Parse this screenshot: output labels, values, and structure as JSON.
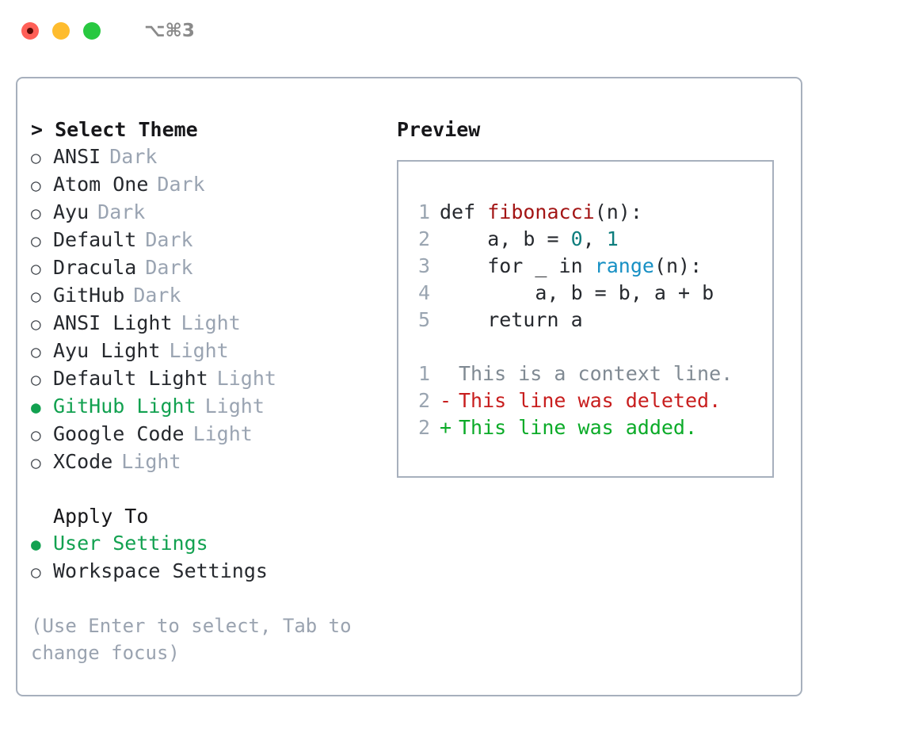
{
  "titlebar": {
    "shortcut": "⌥⌘3",
    "buttons": [
      {
        "name": "close",
        "color": "#ff5f57"
      },
      {
        "name": "minimize",
        "color": "#febc2e"
      },
      {
        "name": "maximize",
        "color": "#28c840"
      }
    ]
  },
  "theme_picker": {
    "header": "> Select Theme",
    "bullet_selected": "●",
    "bullet_unselected": "○",
    "options": [
      {
        "name": "ANSI",
        "variant": "Dark",
        "selected": false
      },
      {
        "name": "Atom One",
        "variant": "Dark",
        "selected": false
      },
      {
        "name": "Ayu",
        "variant": "Dark",
        "selected": false
      },
      {
        "name": "Default",
        "variant": "Dark",
        "selected": false
      },
      {
        "name": "Dracula",
        "variant": "Dark",
        "selected": false
      },
      {
        "name": "GitHub",
        "variant": "Dark",
        "selected": false
      },
      {
        "name": "ANSI Light",
        "variant": "Light",
        "selected": false
      },
      {
        "name": "Ayu Light",
        "variant": "Light",
        "selected": false
      },
      {
        "name": "Default Light",
        "variant": "Light",
        "selected": false
      },
      {
        "name": "GitHub Light",
        "variant": "Light",
        "selected": true
      },
      {
        "name": "Google Code",
        "variant": "Light",
        "selected": false
      },
      {
        "name": "XCode",
        "variant": "Light",
        "selected": false
      }
    ]
  },
  "apply_to": {
    "header": "Apply To",
    "options": [
      {
        "name": "User Settings",
        "selected": true
      },
      {
        "name": "Workspace Settings",
        "selected": false
      }
    ]
  },
  "hint": "(Use Enter to select, Tab to change focus)",
  "preview": {
    "header": "Preview",
    "code_lines": [
      {
        "num": "1",
        "segments": [
          {
            "text": "def ",
            "token": "plain"
          },
          {
            "text": "fibonacci",
            "token": "function"
          },
          {
            "text": "(n):",
            "token": "plain"
          }
        ]
      },
      {
        "num": "2",
        "segments": [
          {
            "text": "    a, b = ",
            "token": "plain"
          },
          {
            "text": "0",
            "token": "number"
          },
          {
            "text": ", ",
            "token": "plain"
          },
          {
            "text": "1",
            "token": "number"
          }
        ]
      },
      {
        "num": "3",
        "segments": [
          {
            "text": "    for _ in ",
            "token": "plain"
          },
          {
            "text": "range",
            "token": "call"
          },
          {
            "text": "(n):",
            "token": "plain"
          }
        ]
      },
      {
        "num": "4",
        "segments": [
          {
            "text": "        a, b = b, a + b",
            "token": "plain"
          }
        ]
      },
      {
        "num": "5",
        "segments": [
          {
            "text": "    return a",
            "token": "plain"
          }
        ]
      }
    ],
    "diff_lines": [
      {
        "num": "1",
        "marker": " ",
        "text": "This is a context line.",
        "kind": "context"
      },
      {
        "num": "2",
        "marker": "-",
        "text": "This line was deleted.",
        "kind": "deleted"
      },
      {
        "num": "2",
        "marker": "+",
        "text": "This line was added.",
        "kind": "added"
      }
    ]
  },
  "colors": {
    "accent_green": "#12a150",
    "muted": "#9aa4b2",
    "border": "#a7b0bd",
    "function": "#a31515",
    "number": "#0d7d7d",
    "call": "#1790c4",
    "diff_added": "#0bab28",
    "diff_deleted": "#c81e1e",
    "diff_context": "#808a93",
    "line_number": "#9aa5b1"
  }
}
